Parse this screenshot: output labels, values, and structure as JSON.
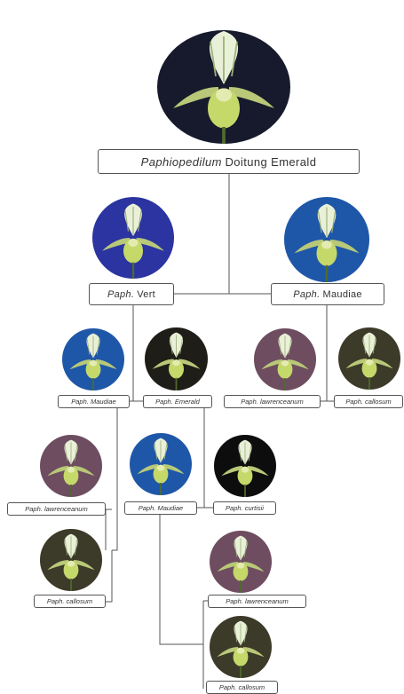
{
  "nodes": {
    "root": {
      "genus": "Paphiopedilum",
      "epithet": "Doitung Emerald",
      "bg": "#161a2c"
    },
    "vert": {
      "genus": "Paph.",
      "epithet": "Vert",
      "bg": "#2b34a0"
    },
    "maudiae_l1": {
      "genus": "Paph.",
      "epithet": "Maudiae",
      "bg": "#1f57a8"
    },
    "maudiae_a": {
      "genus": "Paph.",
      "epithet": "Maudiae",
      "bg": "#1f57a8"
    },
    "emerald": {
      "genus": "Paph.",
      "epithet": "Emerald",
      "bg": "#1e1d17"
    },
    "lawrenceanum_a": {
      "genus": "Paph.",
      "epithet": "lawrenceanum",
      "bg": "#6e4d60"
    },
    "callosum_a": {
      "genus": "Paph.",
      "epithet": "callosum",
      "bg": "#3c3a28"
    },
    "lawrenceanum_b": {
      "genus": "Paph.",
      "epithet": "lawrenceanum",
      "bg": "#6e4d60"
    },
    "callosum_b": {
      "genus": "Paph.",
      "epithet": "callosum",
      "bg": "#3c3a28"
    },
    "maudiae_b": {
      "genus": "Paph.",
      "epithet": "Maudiae",
      "bg": "#1f57a8"
    },
    "curtisii": {
      "genus": "Paph.",
      "epithet": "curtisii",
      "bg": "#0d0d0d"
    },
    "lawrenceanum_c": {
      "genus": "Paph.",
      "epithet": "lawrenceanum",
      "bg": "#6e4d60"
    },
    "callosum_c": {
      "genus": "Paph.",
      "epithet": "callosum",
      "bg": "#3c3a28"
    }
  }
}
